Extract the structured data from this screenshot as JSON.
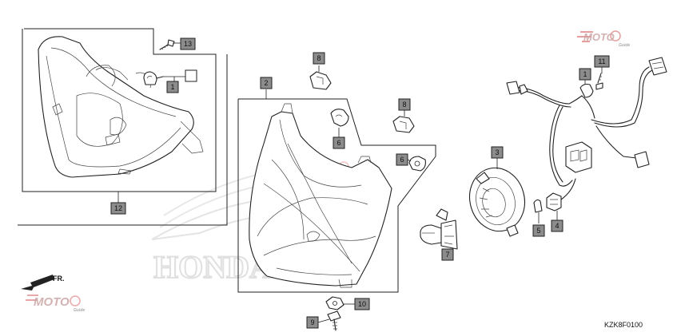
{
  "diagram": {
    "code": "KZK8F0100",
    "direction_label": "FR.",
    "watermark": {
      "brand_word": "HONDA",
      "moto_word": "MOTO",
      "moto_sub": "Guide"
    },
    "callouts": [
      {
        "id": "c13",
        "number": "13"
      },
      {
        "id": "c1a",
        "number": "1"
      },
      {
        "id": "c12",
        "number": "12"
      },
      {
        "id": "c8a",
        "number": "8"
      },
      {
        "id": "c2",
        "number": "2"
      },
      {
        "id": "c6a",
        "number": "6"
      },
      {
        "id": "c8b",
        "number": "8"
      },
      {
        "id": "c6b",
        "number": "6"
      },
      {
        "id": "c3",
        "number": "3"
      },
      {
        "id": "c7",
        "number": "7"
      },
      {
        "id": "c1b",
        "number": "1"
      },
      {
        "id": "c11",
        "number": "11"
      },
      {
        "id": "c5",
        "number": "5"
      },
      {
        "id": "c4",
        "number": "4"
      },
      {
        "id": "c10",
        "number": "10"
      },
      {
        "id": "c9",
        "number": "9"
      }
    ]
  },
  "colors": {
    "tag_fill": "#8c8c8c",
    "line": "#222222",
    "watermark_grey": "#c8c8c8",
    "watermark_red": "#d04040"
  }
}
